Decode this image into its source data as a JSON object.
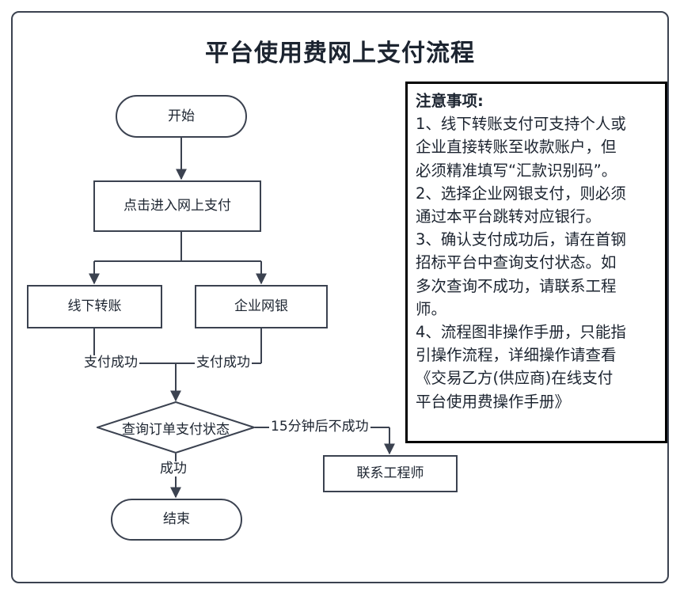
{
  "diagram": {
    "title": "平台使用费网上支付流程",
    "nodes": [
      {
        "id": "start",
        "label": "开始",
        "shape": "terminator"
      },
      {
        "id": "enter",
        "label": "点击进入网上支付",
        "shape": "process"
      },
      {
        "id": "offline",
        "label": "线下转账",
        "shape": "process"
      },
      {
        "id": "ebank",
        "label": "企业网银",
        "shape": "process"
      },
      {
        "id": "query",
        "label": "查询订单支付状态",
        "shape": "decision"
      },
      {
        "id": "contact",
        "label": "联系工程师",
        "shape": "process"
      },
      {
        "id": "end",
        "label": "结束",
        "shape": "terminator"
      }
    ],
    "edge_labels": [
      {
        "id": "offline-success",
        "label": "支付成功"
      },
      {
        "id": "ebank-success",
        "label": "支付成功"
      },
      {
        "id": "timeout-fail",
        "label": "15分钟后不成功"
      },
      {
        "id": "query-success",
        "label": "成功"
      }
    ],
    "colors": {
      "frame": "#3b4250",
      "node_stroke": "#3b4250",
      "text": "#1c2430",
      "notes_stroke": "#000000",
      "background": "#ffffff"
    }
  },
  "notes": {
    "title": "注意事项:",
    "lines": [
      "注意事项:",
      "1、线下转账支付可支持个人或",
      "企业直接转账至收款账户，但",
      "必须精准填写“汇款识别码”。",
      "2、选择企业网银支付，则必须",
      "通过本平台跳转对应银行。",
      "3、确认支付成功后，请在首钢",
      "招标平台中查询支付状态。如",
      "多次查询不成功，请联系工程",
      "师。",
      "4、流程图非操作手册，只能指",
      "引操作流程，详细操作请查看",
      "《交易乙方(供应商)在线支付",
      "平台使用费操作手册》"
    ]
  }
}
